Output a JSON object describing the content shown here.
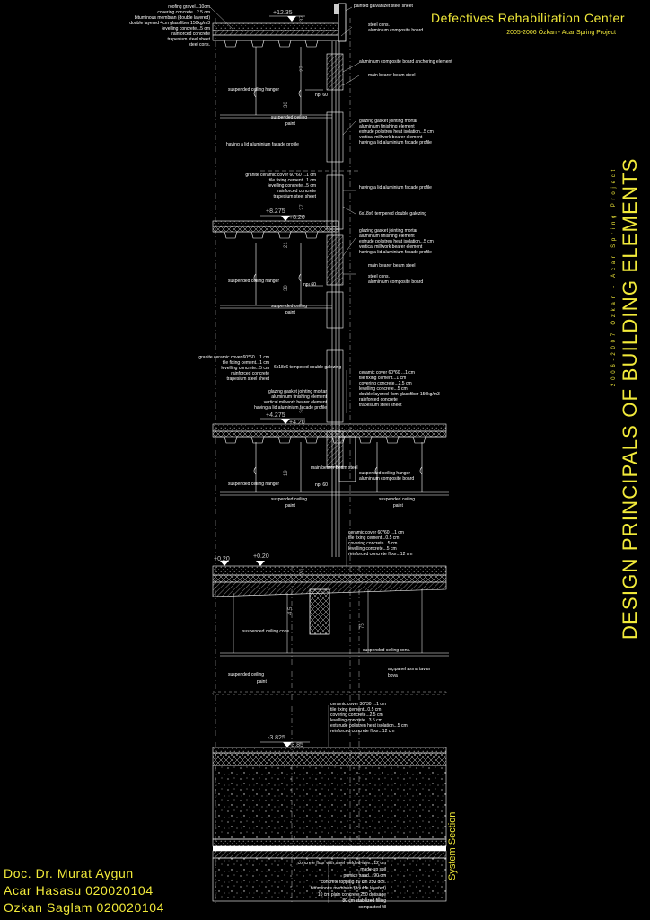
{
  "header": {
    "title": "Defectives Rehabilitation Center",
    "subtitle": "2005-2006 Özkan - Acar Spring Project"
  },
  "side": {
    "main_title": "DESIGN PRINCIPALS OF BUILDING ELEMENTS",
    "vertical_small": "2006-2007 Özkan - Acar Spring Project",
    "section_label": "System Section"
  },
  "authors": [
    "Doc. Dr. Murat Aygun",
    "Acar Hasasu 020020104",
    "Ozkan Saglam 020020104"
  ],
  "levels": [
    "+12.35",
    "+8.275",
    "+8.20",
    "+4.275",
    "+4.20",
    "+0.20",
    "+0.20",
    "-3.825",
    "-3.85"
  ],
  "roof_layers": [
    "roofing gravel...10cm",
    "covering concrete...2.5 cm",
    "bituminous membran (double layered)",
    "double layered 4cm glassfiber 150kg/m3",
    "levelling concrete...5 cm",
    "rainforced concrete",
    "trapesium steel sheet",
    "steel cons."
  ],
  "roof_right": [
    "painted galvanizet steel sheet",
    "steel cons.",
    "aluminium composite board",
    "aluminium composite board anchoring element",
    "main bearer beam steel"
  ],
  "facade_a": [
    "glazing gasket jointing mortar",
    "aluminium finishing element",
    "extrude polistren heat isolation...5 cm",
    "vertical millwork bearer element",
    "having a lid aluminium facade profile"
  ],
  "floor2_left": [
    "granite ceramic cover 60*60 ...1 cm",
    "tile fixing cement...1 cm",
    "levelling concrete...5 cm",
    "rainforced concrete",
    "trapesium steel sheet"
  ],
  "floor2_right": [
    "having a lid aluminium facade profile",
    "6x18x6 tempered double galezing"
  ],
  "facade_b": [
    "glazing gasket jointing mortar",
    "aluminium finishing element",
    "extrude polistren heat isolation...5 cm",
    "vertical millwork bearer element",
    "having a lid aluminium facade profile",
    "main bearer beam steel",
    "steel cons.",
    "aluminium composite board"
  ],
  "floor1_left": [
    "granite ceramic cover 60*60 ...1 cm",
    "tile fixing cement...1 cm",
    "levelling concrete...5 cm",
    "rainforced concrete",
    "trapesium steel sheet"
  ],
  "floor1_mid": [
    "6x18x6 tempered double galezing",
    "glazing gasket jointing mortar",
    "aluminium finishing element",
    "vertical millwork bearer element",
    "having a lid aluminium facade profile"
  ],
  "floor1_right": [
    "ceramic cover 60*60 ...1 cm",
    "tile fixing cement...1 cm",
    "covering concrete...2.5 cm",
    "levelling concrete...5 cm",
    "double layered 4cm glassfiber 150kg/m3",
    "rainforced concrete",
    "trapesium steel sheet"
  ],
  "floor1_beam": [
    "main bearer beam steel",
    "suspended ceiling hanger",
    "aluminium composite board"
  ],
  "ground_layers": [
    "ceramic cover 60*60 ...1 cm",
    "tile fixing cement...0.5 cm",
    "covering concrete...5 cm",
    "levelling concrete...5 cm",
    "reinforced concrete floor...12 cm"
  ],
  "ground_misc": [
    "alçıpanel asma tavan",
    "boya"
  ],
  "basement_layers": [
    "ceramic cover 30*30 ...1 cm",
    "tile fixing cement...0.5 cm",
    "covering concrete...2.5 cm",
    "levelling concrete...3.5 cm",
    "exturude polistren heat isolation...5 cm",
    "reinforced concrete floor...12 cm"
  ],
  "foundation_layers": [
    "concrete floor with steel welded-wire...12 cm",
    "made-up soil",
    "pumice sand... 90 cm",
    "concrete topping 10 cm 250 dos.",
    "bituminous membran (double layered)",
    "10 cm plain concrete 250 dossage",
    "80 cm stabilized filling",
    "compacted fill"
  ],
  "hanger": "suspended ceiling hanger",
  "ceiling_paint": [
    "suspended ceiling",
    "paint"
  ],
  "ceiling_cons": "suspended ceiling cons.",
  "npi": "npı 60",
  "dims": [
    "37",
    "27",
    "30",
    "21",
    "30",
    "19",
    "75",
    "4.5",
    "27",
    "30",
    "20"
  ]
}
